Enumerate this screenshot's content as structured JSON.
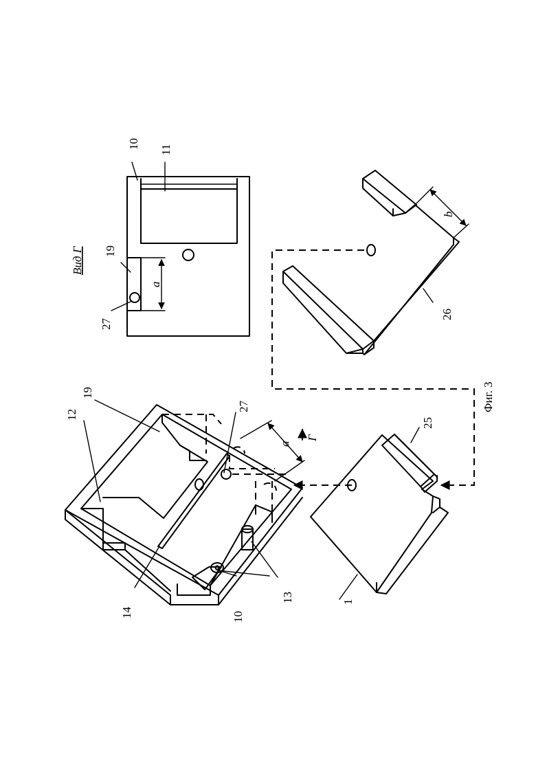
{
  "labels": {
    "l10_top": "10",
    "l11": "11",
    "l19_view": "19",
    "l27_view": "27",
    "view_title": "Вид Г",
    "dim_a_view": "a",
    "l12": "12",
    "l19_iso": "19",
    "l27_iso": "27",
    "dim_a_iso": "a",
    "arrow_g": "Г",
    "l14": "14",
    "l10_iso": "10",
    "l13": "13",
    "l1": "1",
    "l25": "25",
    "l26": "26",
    "dim_b": "b",
    "fig_caption": "Фиг. 3"
  }
}
